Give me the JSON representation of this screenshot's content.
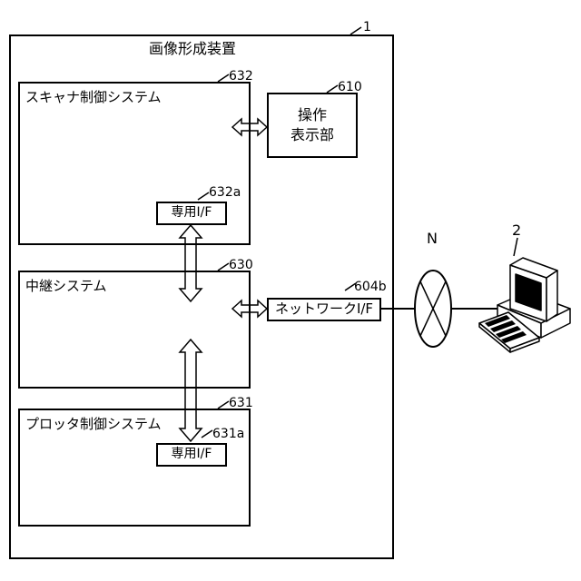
{
  "device": {
    "title": "画像形成装置",
    "ref": "1"
  },
  "scanner": {
    "label": "スキャナ制御システム",
    "ref": "632",
    "if_label": "専用I/F",
    "if_ref": "632a"
  },
  "panel": {
    "line1": "操作",
    "line2": "表示部",
    "ref": "610"
  },
  "relay": {
    "label": "中継システム",
    "ref": "630"
  },
  "network_if": {
    "label": "ネットワークI/F",
    "ref": "604b"
  },
  "plotter": {
    "label": "プロッタ制御システム",
    "ref": "631",
    "if_label": "専用I/F",
    "if_ref": "631a"
  },
  "network": {
    "label": "N"
  },
  "computer": {
    "ref": "2"
  }
}
